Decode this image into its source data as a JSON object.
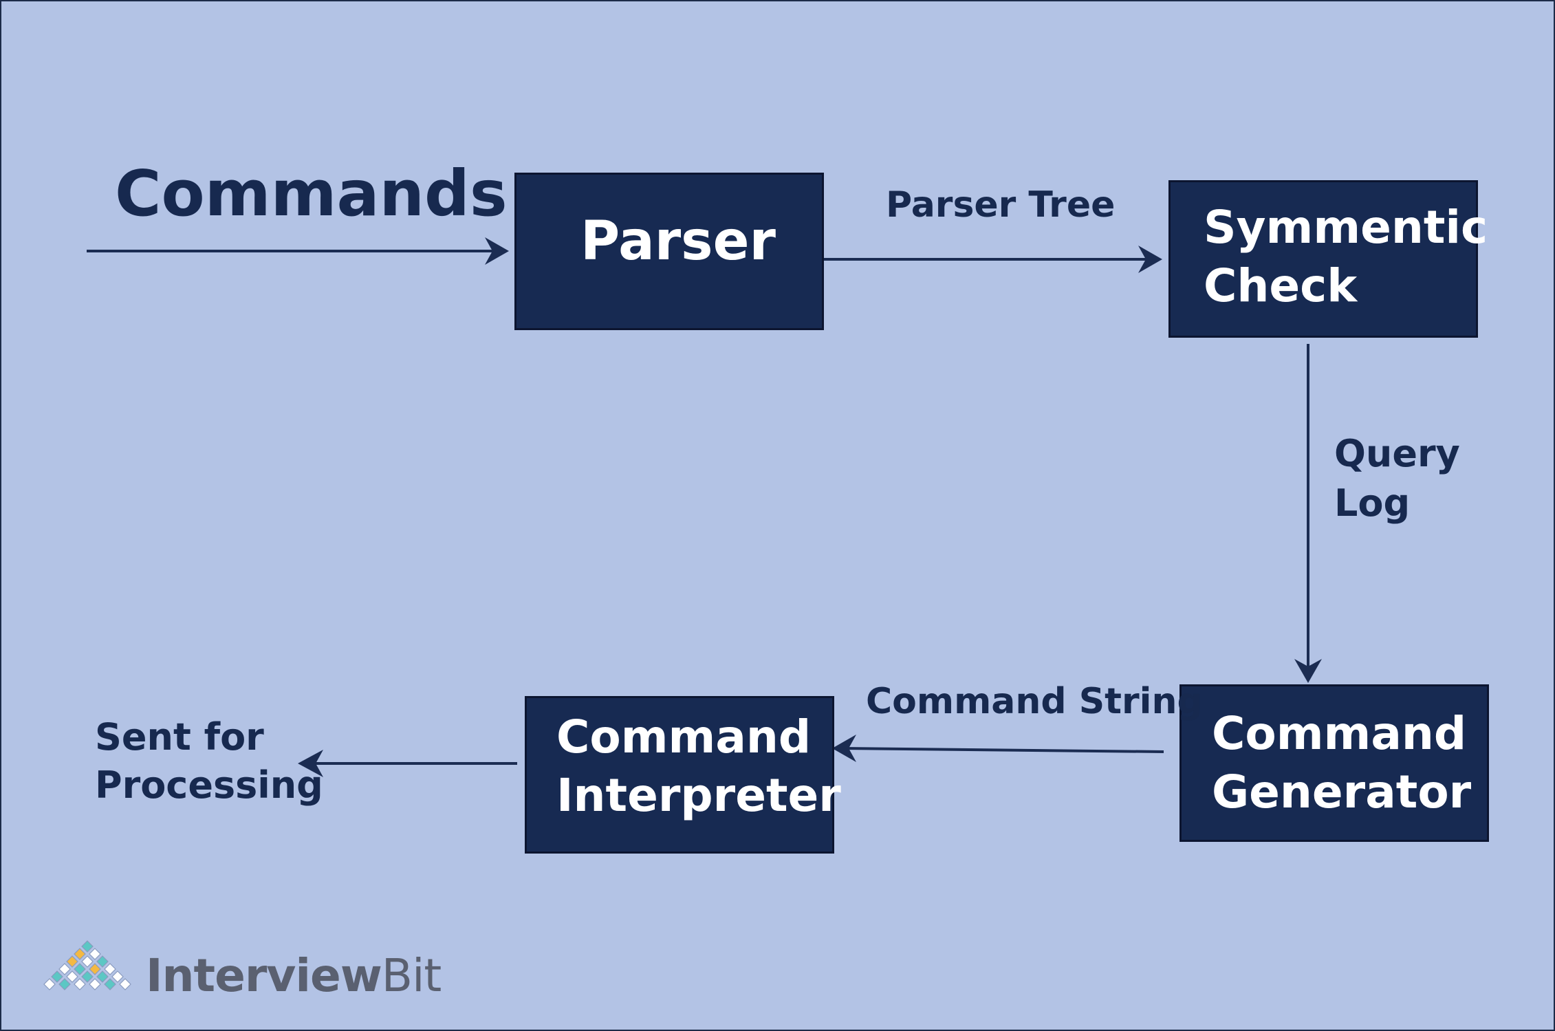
{
  "diagram": {
    "input_label": "Commands",
    "nodes": {
      "parser": "Parser",
      "symmetric_check": [
        "Symmentic",
        "Check"
      ],
      "command_generator": [
        "Command",
        "Generator"
      ],
      "command_interpreter": [
        "Command",
        "Interpreter"
      ]
    },
    "edges": {
      "parser_tree": "Parser Tree",
      "query_log": [
        "Query",
        "Log"
      ],
      "command_string": "Command String",
      "output": [
        "Sent for",
        "Processing"
      ]
    }
  },
  "branding": {
    "logo_text_bold": "Interview",
    "logo_text_light": "Bit",
    "logo_icon": "diamond-grid-logo-icon",
    "colors": {
      "background": "#b3c3e5",
      "box": "#172a52",
      "text": "#17294f",
      "logo_orange": "#f4b942",
      "logo_teal": "#5cc7c4",
      "logo_white": "#ffffff"
    }
  }
}
